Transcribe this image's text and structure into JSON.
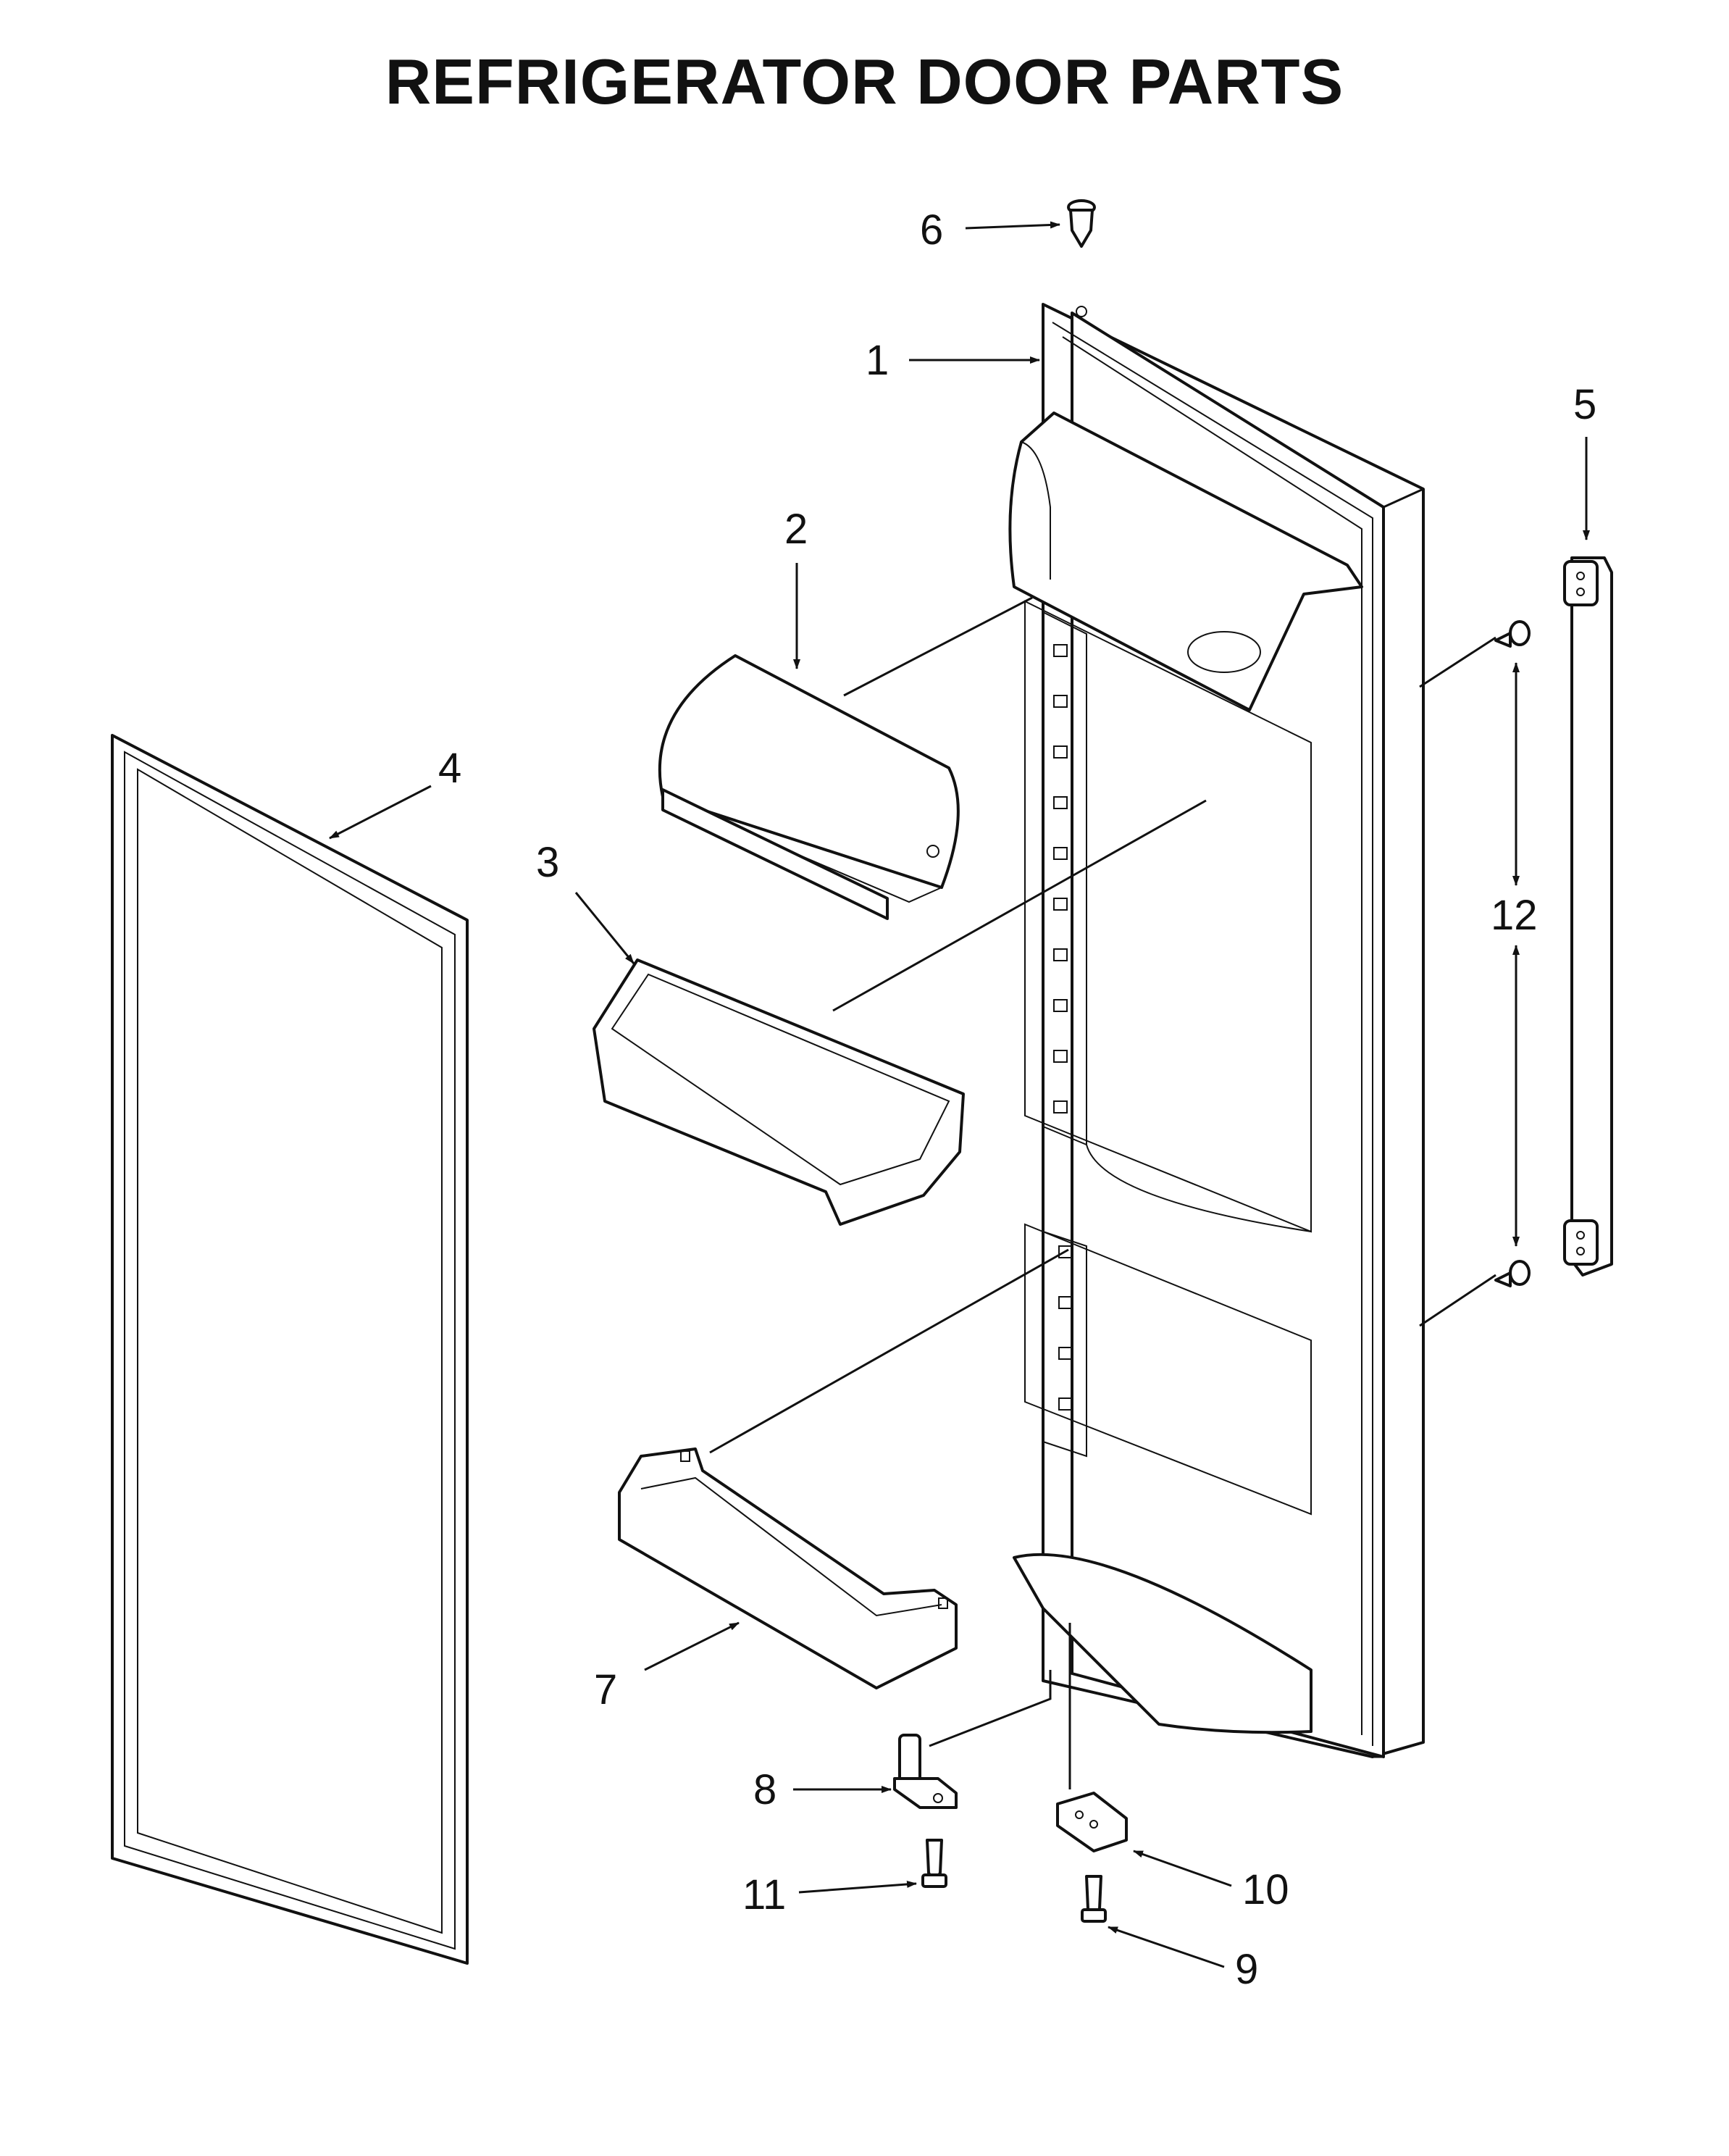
{
  "title": "REFRIGERATOR DOOR PARTS",
  "callouts": [
    {
      "id": "1",
      "text": "1"
    },
    {
      "id": "2",
      "text": "2"
    },
    {
      "id": "3",
      "text": "3"
    },
    {
      "id": "4",
      "text": "4"
    },
    {
      "id": "5",
      "text": "5"
    },
    {
      "id": "6",
      "text": "6"
    },
    {
      "id": "7",
      "text": "7"
    },
    {
      "id": "8",
      "text": "8"
    },
    {
      "id": "9",
      "text": "9"
    },
    {
      "id": "10",
      "text": "10"
    },
    {
      "id": "11",
      "text": "11"
    },
    {
      "id": "12",
      "text": "12"
    }
  ],
  "colors": {
    "line": "#111111",
    "background": "#ffffff"
  }
}
